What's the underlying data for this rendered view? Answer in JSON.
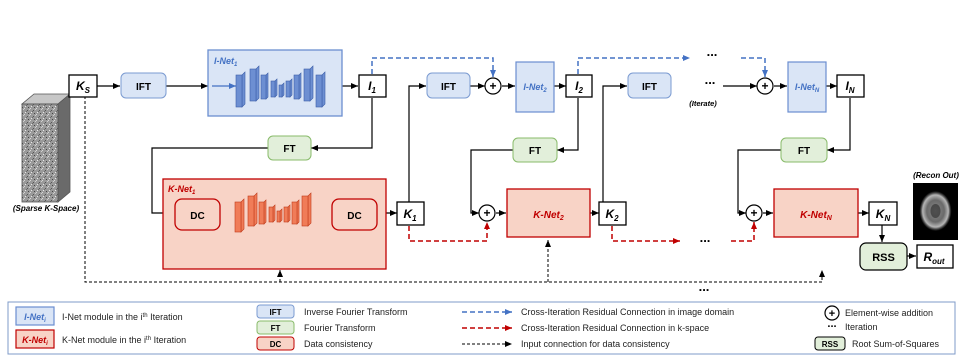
{
  "nodes": {
    "ks": {
      "letter": "K",
      "sub": "S"
    },
    "i1": {
      "letter": "I",
      "sub": "1"
    },
    "i2": {
      "letter": "I",
      "sub": "2"
    },
    "in": {
      "letter": "I",
      "sub": "N"
    },
    "k1": {
      "letter": "K",
      "sub": "1"
    },
    "k2": {
      "letter": "K",
      "sub": "2"
    },
    "kn": {
      "letter": "K",
      "sub": "N"
    },
    "rout": {
      "letter": "R",
      "sub": "out"
    }
  },
  "blocks": {
    "ift": "IFT",
    "ft": "FT",
    "dc": "DC",
    "rss": "RSS",
    "inet1_title": {
      "main": "I-Net",
      "sub": "1"
    },
    "knet1_title": {
      "main": "K-Net",
      "sub": "1"
    },
    "inet2": {
      "main": "I-Net",
      "sub": "2"
    },
    "inetn": {
      "main": "I-Net",
      "sub": "N"
    },
    "knet2": {
      "main": "K-Net",
      "sub": "2"
    },
    "knetn": {
      "main": "K-Net",
      "sub": "N"
    }
  },
  "labels": {
    "sparse": "(Sparse K-Space)",
    "recon": "(Recon Out)",
    "iterate": "(Iterate)",
    "ellipsis": "..."
  },
  "legend": {
    "inet_badge": {
      "main": "I-Net",
      "sub": "i"
    },
    "knet_badge": {
      "main": "K-Net",
      "sub": "i"
    },
    "inet_text": {
      "pre": "I-Net module in the i",
      "sup": "th",
      "post": " Iteration"
    },
    "knet_text": {
      "pre": "K-Net module in the i",
      "sup": "th",
      "post": " Iteration"
    },
    "ift_badge": "IFT",
    "ift_text": "Inverse Fourier Transform",
    "ft_badge": "FT",
    "ft_text": "Fourier Transform",
    "dc_badge": "DC",
    "dc_text": "Data consistency",
    "blue_text": "Cross-Iteration Residual Connection in image domain",
    "red_text": "Cross-Iteration Residual Connection in k-space",
    "black_text": "Input connection for data consistency",
    "plus_text": "Element-wise addition",
    "dots_text": "Iteration",
    "rss_badge": "RSS",
    "rss_text": "Root Sum-of-Squares"
  },
  "colors": {
    "blue_fill": "#dae5f6",
    "blue_stroke": "#5a83c6",
    "blue_text": "#4472c4",
    "red_fill": "#f8d3c6",
    "red_stroke": "#c00000",
    "green_fill": "#e2efda",
    "green_stroke": "#70ad47"
  }
}
